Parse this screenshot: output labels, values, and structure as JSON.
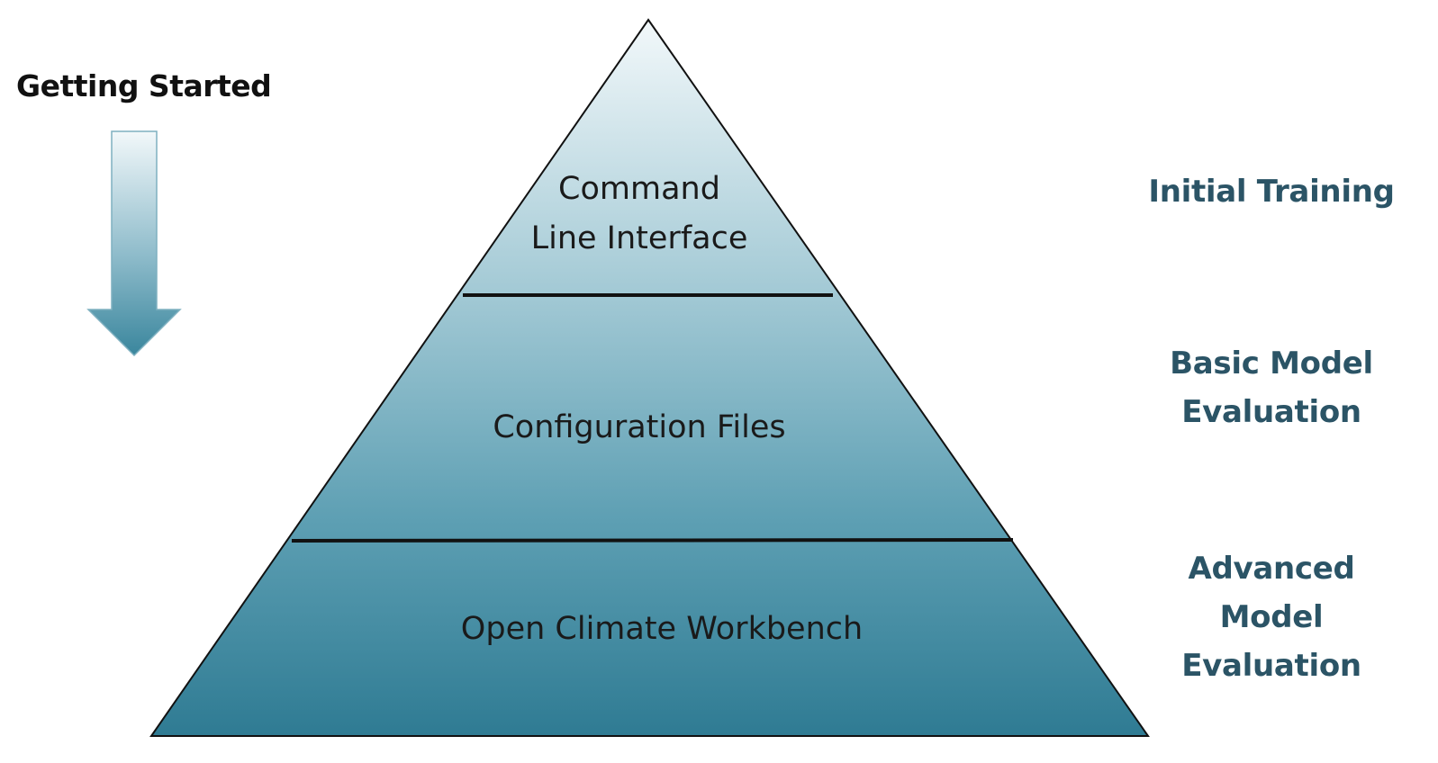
{
  "title": "Getting Started",
  "colors": {
    "pyramid_top": "#f2f8fa",
    "pyramid_bottom": "#2f7b93",
    "arrow_top": "#f2f8fa",
    "arrow_bottom": "#3a869d",
    "side_label": "#2b5466",
    "divider": "#111111"
  },
  "tiers": [
    {
      "lines": [
        "Command",
        "Line Interface"
      ],
      "level_label": [
        "Initial Training"
      ]
    },
    {
      "lines": [
        "Configuration Files"
      ],
      "level_label": [
        "Basic Model",
        "Evaluation"
      ]
    },
    {
      "lines": [
        "Open Climate Workbench"
      ],
      "level_label": [
        "Advanced",
        "Model",
        "Evaluation"
      ]
    }
  ]
}
